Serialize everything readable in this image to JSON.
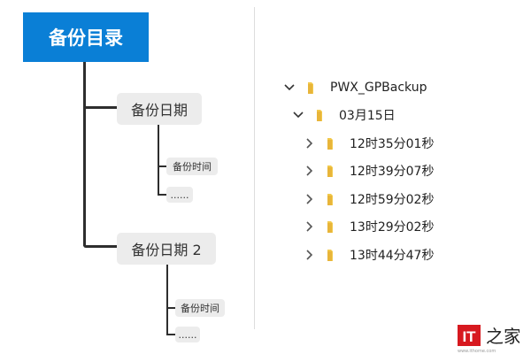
{
  "mindmap": {
    "root": "备份目录",
    "branches": [
      {
        "label": "备份日期",
        "children": [
          "备份时间",
          "......"
        ]
      },
      {
        "label": "备份日期 2",
        "children": [
          "备份时间",
          "......"
        ]
      }
    ]
  },
  "tree": {
    "root": {
      "name": "PWX_GPBackup",
      "expanded": true
    },
    "date": {
      "name": "03月15日",
      "expanded": true
    },
    "times": [
      "12时35分01秒",
      "12时39分07秒",
      "12时59分02秒",
      "13时29分02秒",
      "13时44分47秒"
    ]
  },
  "watermark": {
    "text": "IT之家",
    "url": "www.ithome.com"
  },
  "colors": {
    "root_bg": "#0a7fd6",
    "node_bg": "#ececec",
    "folder": "#f2c94c",
    "logo_red": "#d7191f"
  }
}
